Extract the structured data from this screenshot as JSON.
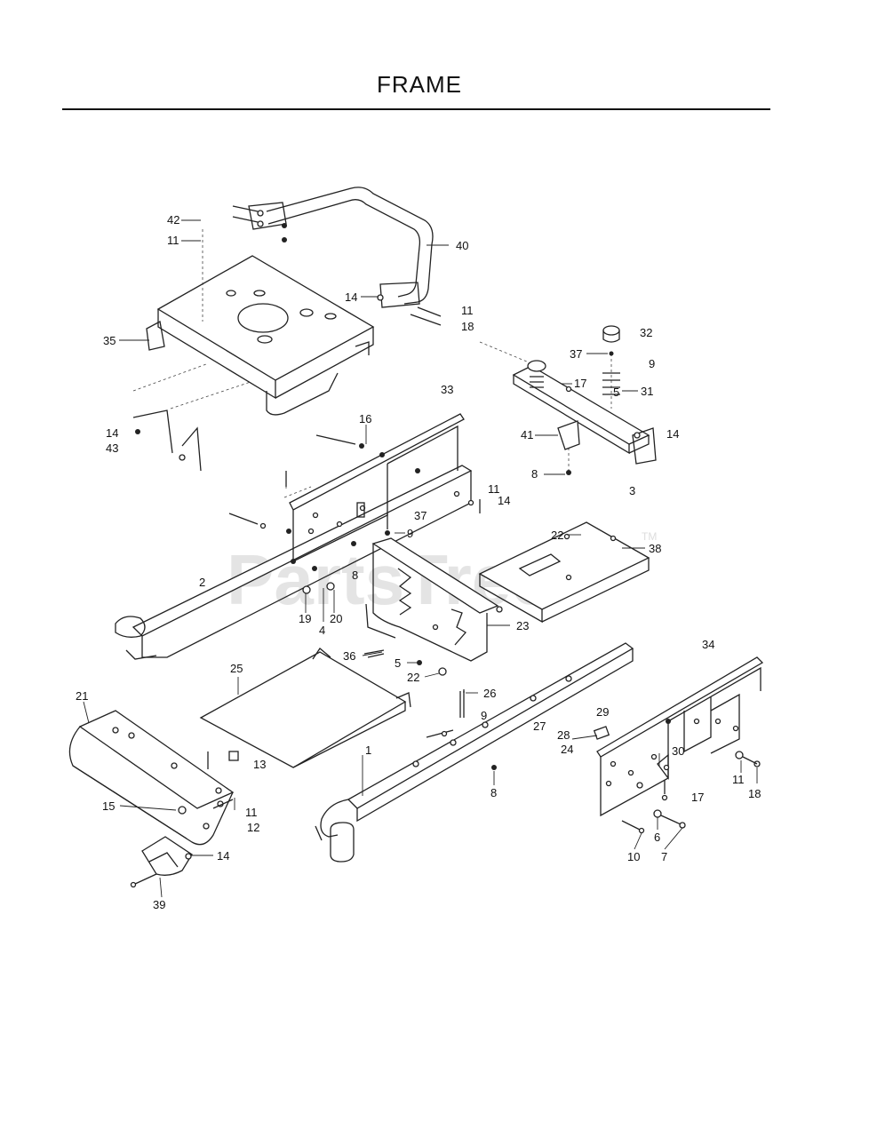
{
  "header": {
    "title": "FRAME"
  },
  "watermark": {
    "text": "PartsTree",
    "trademark": "TM"
  },
  "labels": {
    "l42": "42",
    "l11a": "11",
    "l40": "40",
    "l14a": "14",
    "l11b": "11",
    "l18a": "18",
    "l35": "35",
    "l32": "32",
    "l37a": "37",
    "l9a": "9",
    "l33": "33",
    "l17a": "17",
    "l5a": "5",
    "l31": "31",
    "l14b": "14",
    "l43": "43",
    "l16": "16",
    "l41": "41",
    "l14c": "14",
    "l8a": "8",
    "l3": "3",
    "l11c": "11",
    "l14d": "14",
    "l37b": "37",
    "l9b": "9",
    "l22a": "22",
    "l38": "38",
    "l2": "2",
    "l8b": "8",
    "l19": "19",
    "l20": "20",
    "l4": "4",
    "l23": "23",
    "l34": "34",
    "l36": "36",
    "l5b": "5",
    "l22b": "22",
    "l25": "25",
    "l26": "26",
    "l21": "21",
    "l9c": "9",
    "l29": "29",
    "l27": "27",
    "l28": "28",
    "l24": "24",
    "l13": "13",
    "l1": "1",
    "l30": "30",
    "l8c": "8",
    "l11d": "11",
    "l18b": "18",
    "l17b": "17",
    "l15": "15",
    "l11e": "11",
    "l12": "12",
    "l6": "6",
    "l14e": "14",
    "l10": "10",
    "l7": "7",
    "l39": "39"
  }
}
